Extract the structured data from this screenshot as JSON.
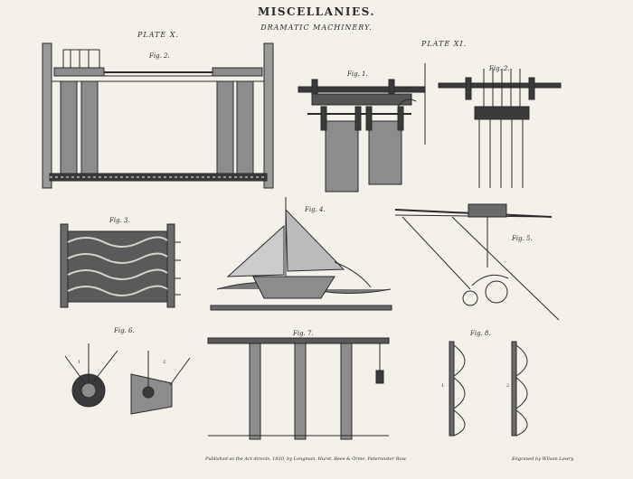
{
  "title": "MISCELLANIES.",
  "subtitle": "DRAMATIC MACHINERY.",
  "plates": [
    "PLATE X.",
    "PLATE XI."
  ],
  "figures": {
    "p10_fig2": "Fig. 2.",
    "p11_fig1": "Fig. 1.",
    "p11_fig2": "Fig. 2.",
    "fig3": "Fig. 3.",
    "fig4": "Fig. 4.",
    "fig5": "Fig. 5.",
    "fig6": "Fig. 6.",
    "fig7": "Fig. 7.",
    "fig8": "Fig. 8."
  },
  "part_labels": {
    "fig6": [
      "1",
      "2"
    ],
    "fig8": [
      "1",
      "2"
    ]
  },
  "footer": {
    "published": "Published as the Act directs, 1810, by Longman, Hurst, Rees & Orme, Paternoster Row.",
    "engraver": "Engraved by Wilson Lowry."
  },
  "colors": {
    "paper": "#f4f1ea",
    "ink": "#2a2a2a",
    "shade": "#8c8c8c",
    "dark": "#4a4a4a"
  }
}
